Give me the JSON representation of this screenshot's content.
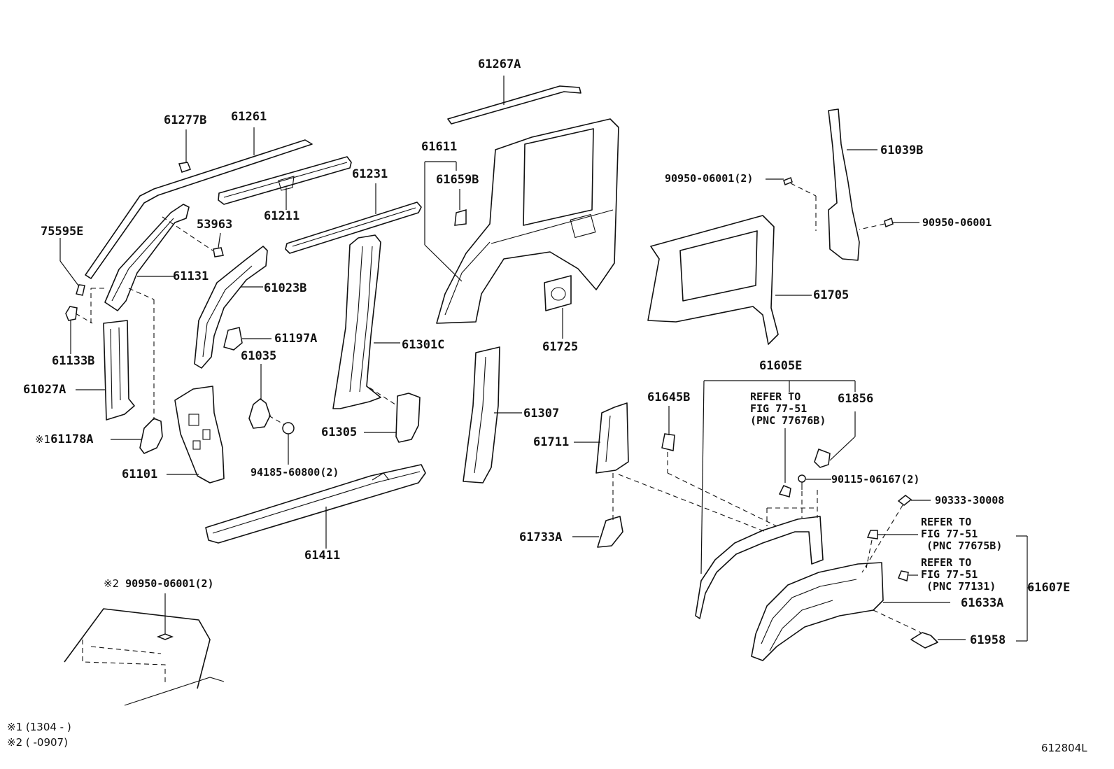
{
  "parts": {
    "p61267A": "61267A",
    "p61277B": "61277B",
    "p61261": "61261",
    "p61611": "61611",
    "p61659B": "61659B",
    "p61231": "61231",
    "p61211": "61211",
    "p53963": "53963",
    "p75595E": "75595E",
    "p61131": "61131",
    "p61023B": "61023B",
    "p61133B": "61133B",
    "p61197A": "61197A",
    "p61035": "61035",
    "p61301C": "61301C",
    "p61725": "61725",
    "p61027A": "61027A",
    "p61178A": "61178A",
    "p61305": "61305",
    "p61307": "61307",
    "p61101": "61101",
    "p94185": "94185-60800(2)",
    "p61411": "61411",
    "p61039B": "61039B",
    "p90950a": "90950-06001(2)",
    "p90950b": "90950-06001",
    "p61705": "61705",
    "p61605E": "61605E",
    "p61645B": "61645B",
    "p61856": "61856",
    "p61711": "61711",
    "p90115": "90115-06167(2)",
    "p90333": "90333-30008",
    "p61733A": "61733A",
    "p61607E": "61607E",
    "p61633A": "61633A",
    "p61958": "61958",
    "p90950c": "90950-06001(2)"
  },
  "marks": {
    "m1": "※1",
    "m2": "※2"
  },
  "refs": {
    "r1_l1": "REFER TO",
    "r1_l2": "FIG 77-51",
    "r1_l3": "(PNC 77676B)",
    "r2_l1": "REFER TO",
    "r2_l2": "FIG 77-51",
    "r2_l3": "(PNC 77675B)",
    "r3_l1": "REFER TO",
    "r3_l2": "FIG 77-51",
    "r3_l3": "(PNC 77131)"
  },
  "notes": {
    "n1": "※1 (1304 -    )",
    "n2": "※2 (      -0907)"
  },
  "figure_id": "612804L"
}
